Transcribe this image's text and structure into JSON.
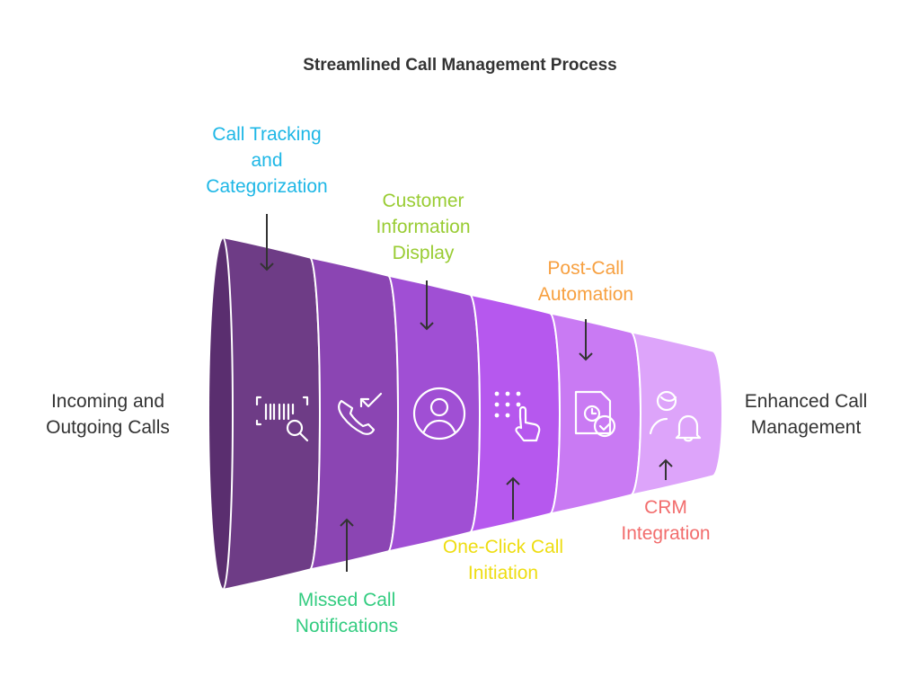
{
  "title": "Streamlined Call Management Process",
  "start_label": [
    "Incoming and",
    "Outgoing Calls"
  ],
  "end_label": [
    "Enhanced Call",
    "Management"
  ],
  "stages": [
    {
      "label": [
        "Call Tracking",
        "and",
        "Categorization"
      ],
      "color": "#1EB7E6",
      "fill": "#6E3C86",
      "icon": "barcode-search-icon",
      "placement": "top"
    },
    {
      "label": [
        "Missed Call",
        "Notifications"
      ],
      "color": "#33CC80",
      "fill": "#8B45B3",
      "icon": "missed-call-icon",
      "placement": "bottom"
    },
    {
      "label": [
        "Customer",
        "Information",
        "Display"
      ],
      "color": "#99CC33",
      "fill": "#A04FD4",
      "icon": "user-circle-icon",
      "placement": "top"
    },
    {
      "label": [
        "One-Click Call",
        "Initiation"
      ],
      "color": "#EEDD11",
      "fill": "#B658EE",
      "icon": "dialpad-tap-icon",
      "placement": "bottom"
    },
    {
      "label": [
        "Post-Call",
        "Automation"
      ],
      "color": "#F7A040",
      "fill": "#C97AF3",
      "icon": "scheduled-task-icon",
      "placement": "top"
    },
    {
      "label": [
        "CRM",
        "Integration"
      ],
      "color": "#F26D6D",
      "fill": "#DDA4FA",
      "icon": "user-notification-icon",
      "placement": "bottom"
    }
  ],
  "colors": {
    "side_text": "#333333",
    "arrow": "#333333",
    "icon": "#ffffff",
    "funnel_mouth": "#5A2E6F"
  }
}
